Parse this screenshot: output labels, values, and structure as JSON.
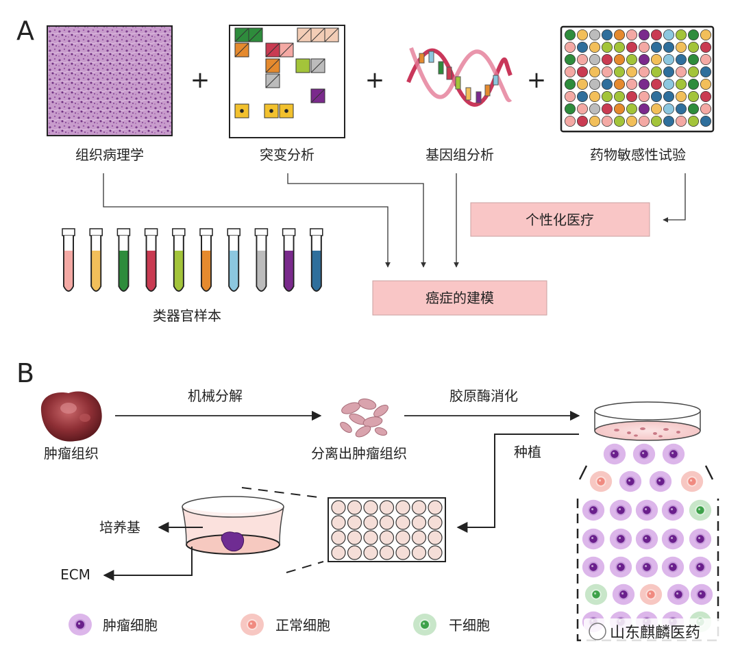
{
  "panel_a": {
    "letter": "A",
    "items": [
      {
        "label": "组织病理学"
      },
      {
        "label": "突变分析"
      },
      {
        "label": "基因组分析"
      },
      {
        "label": "药物敏感性试验"
      }
    ],
    "plus": "+",
    "organoid_label": "类器官样本",
    "personalized_label": "个性化医疗",
    "modeling_label": "癌症的建模",
    "tube_colors": [
      "#f4a9a4",
      "#f2bf5a",
      "#2e8c3c",
      "#c93b52",
      "#a3c43a",
      "#e58a2e",
      "#8cc7df",
      "#bcbcbc",
      "#7a2a8c",
      "#2f6f9c"
    ],
    "box_fill": "#f9c6c6",
    "plate_colors": [
      "#2e8c3c",
      "#c93b52",
      "#e58a2e",
      "#f2bf5a",
      "#8cc7df",
      "#f4a9a4",
      "#bcbcbc",
      "#a3c43a",
      "#7a2a8c",
      "#2f6f9c"
    ]
  },
  "panel_b": {
    "letter": "B",
    "tumor_label": "肿瘤组织",
    "step1": "机械分解",
    "isolated_label": "分离出肿瘤组织",
    "step2": "胶原酶消化",
    "seed_label": "种植",
    "medium_label": "培养基",
    "ecm_label": "ECM",
    "legend": [
      {
        "label": "肿瘤细胞",
        "color": "#7a2a8c"
      },
      {
        "label": "正常细胞",
        "color": "#f08a80"
      },
      {
        "label": "干细胞",
        "color": "#4caf50"
      }
    ]
  },
  "watermark": "山东麒麟医药"
}
